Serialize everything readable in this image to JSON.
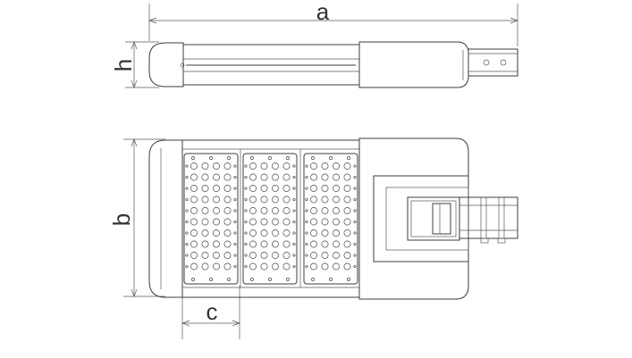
{
  "dimensions": {
    "a": {
      "label": "a"
    },
    "h": {
      "label": "h"
    },
    "b": {
      "label": "b"
    },
    "c": {
      "label": "c"
    }
  },
  "led_modules": {
    "module_count": 3,
    "rows": 10,
    "columns": 4
  },
  "colors": {
    "line": "#3c3c3c",
    "background": "#ffffff"
  }
}
